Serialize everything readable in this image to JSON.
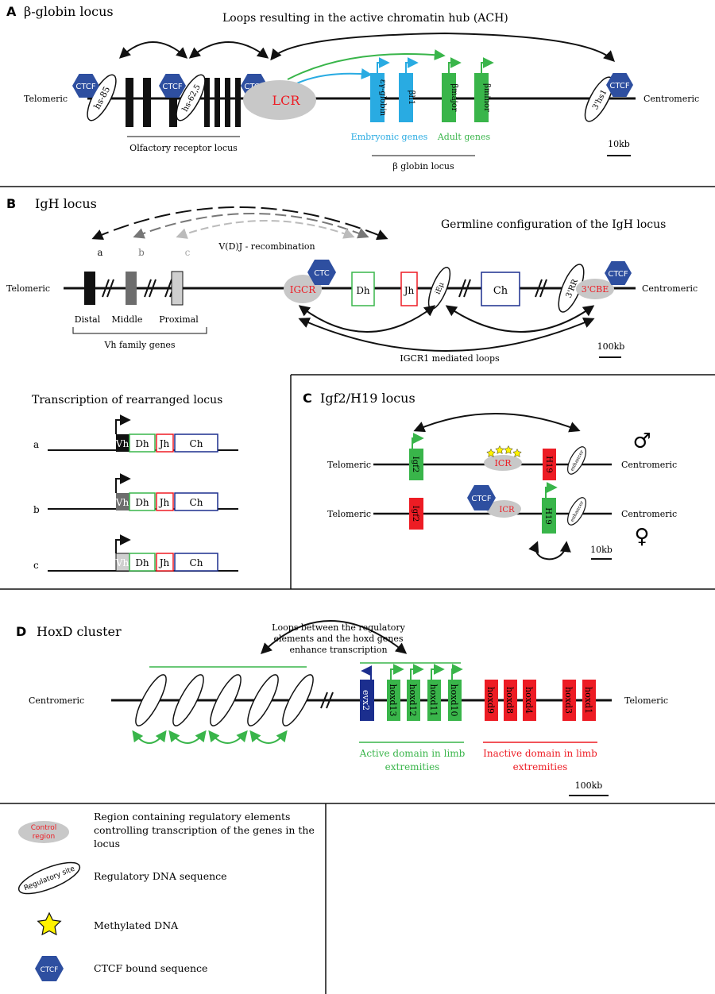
{
  "panel_a": {
    "letter": "A",
    "title": "β-globin locus",
    "loop_title": "Loops resulting in the active chromatin hub (ACH)",
    "telomeric": "Telomeric",
    "centromeric": "Centromeric",
    "ctcf": "CTCF",
    "hs85": "hs-85",
    "hs62": "hs-62,5",
    "lcr": "LCR",
    "genes": [
      "εγ-globin",
      "βh1",
      "βmajor",
      "βminor"
    ],
    "hs1": "3'hs1",
    "olfactory": "Olfactory receptor locus",
    "embryonic": "Embryonic genes",
    "adult": "Adult genes",
    "bglobin": "β globin locus",
    "scale": "10kb"
  },
  "panel_b": {
    "letter": "B",
    "title": "IgH locus",
    "germline": "Germline configuration of the IgH locus",
    "recomb": "V(D)J - recombination",
    "loop_labels": [
      "a",
      "b",
      "c"
    ],
    "telomeric": "Telomeric",
    "centromeric": "Centromeric",
    "distal": "Distal",
    "middle": "Middle",
    "proximal": "Proximal",
    "vh_family": "Vh family genes",
    "igcr": "IGCR",
    "ctc": "CTC",
    "ctcf": "CTCF",
    "dh": "Dh",
    "jh": "Jh",
    "ieu": "iEμ",
    "ch": "Ch",
    "rr": "3'RR",
    "cbe": "3'CBE",
    "igcr_loops": "IGCR1 mediated loops",
    "scale": "100kb",
    "transcription_title": "Transcription of rearranged locus",
    "rows": [
      "a",
      "b",
      "c"
    ],
    "vh": "Vh"
  },
  "panel_c": {
    "letter": "C",
    "title": "Igf2/H19 locus",
    "telomeric": "Telomeric",
    "centromeric": "Centromeric",
    "igf2": "Igf2",
    "h19": "H19",
    "icr": "ICR",
    "ctcf": "CTCF",
    "enhancer": "enhancer",
    "male": "♂",
    "female": "♀",
    "scale": "10kb"
  },
  "panel_d": {
    "letter": "D",
    "title": "HoxD cluster",
    "loop_text": [
      "Loops between the regulatory",
      "elements and the hoxd genes",
      "enhance transcription"
    ],
    "centromeric": "Centromeric",
    "telomeric": "Telomeric",
    "evx": "evx2",
    "active_genes": [
      "hoxd13",
      "hoxd12",
      "hoxd11",
      "hoxd10"
    ],
    "inactive_genes": [
      "hoxd9",
      "hoxd8",
      "hoxd4",
      "hoxd3",
      "hoxd1"
    ],
    "active_domain": [
      "Active domain in limb",
      "extremities"
    ],
    "inactive_domain": [
      "Inactive domain in limb",
      "extremities"
    ],
    "scale": "100kb"
  },
  "legend": {
    "control_icon": [
      "Control",
      "region"
    ],
    "control_text": [
      "Region containing regulatory elements",
      "controlling transcription of the genes in the",
      "locus"
    ],
    "reg_icon": "Regulatory site",
    "reg_text": "Regulatory DNA sequence",
    "meth_text": "Methylated DNA",
    "ctcf_icon": "CTCF",
    "ctcf_text": "CTCF bound sequence"
  },
  "colors": {
    "ctcf": "#2e4fa0",
    "embryonic": "#29abe2",
    "adult": "#39b54a",
    "red": "#ed1c24",
    "grey": "#c8c8c8",
    "navy": "#1b2e8e",
    "star": "#fff200"
  }
}
